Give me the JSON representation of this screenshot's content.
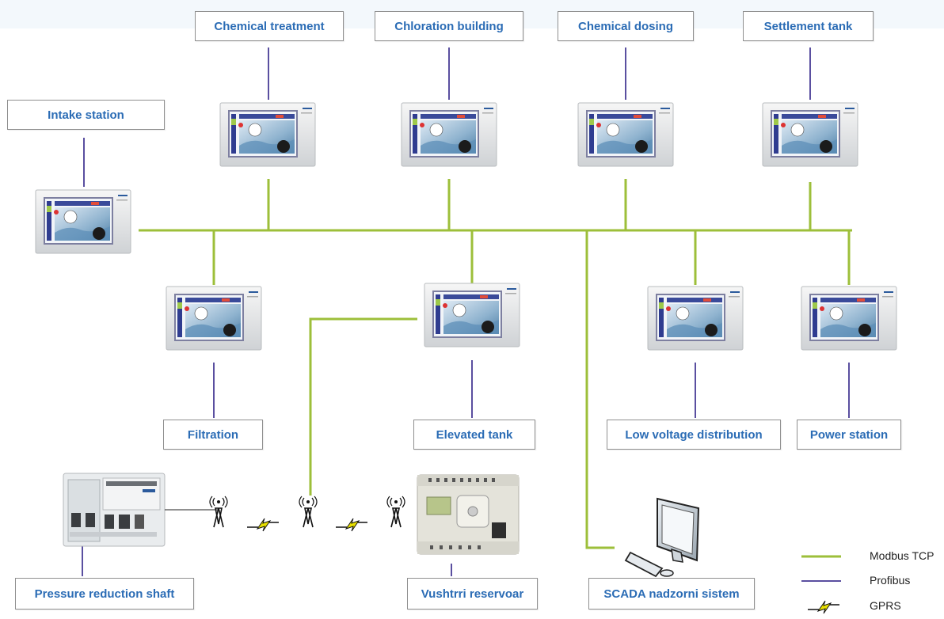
{
  "labels": {
    "chemical_treatment": "Chemical treatment",
    "chloration_building": "Chloration building",
    "chemical_dosing": "Chemical dosing",
    "settlement_tank": "Settlement tank",
    "intake_station": "Intake station",
    "filtration": "Filtration",
    "elevated_tank": "Elevated tank",
    "low_voltage_distribution": "Low voltage distribution",
    "power_station": "Power station",
    "pressure_reduction_shaft": "Pressure reduction shaft",
    "vushtrri_reservoar": "Vushtrri reservoar",
    "scada_nadzorni_sistem": "SCADA nadzorni sistem"
  },
  "legend": {
    "modbus": "Modbus TCP",
    "profibus": "Profibus",
    "gprs": "GPRS"
  },
  "colors": {
    "modbus": "#9dbf3a",
    "profibus": "#5a4fa0",
    "label_text": "#2b6cb5",
    "gprs_bolt": "#e8e000"
  },
  "devices": {
    "hmi_panel": "hmi-touch-panel",
    "plc": "plc-controller",
    "relay": "easy-control-relay",
    "antenna": "antenna-icon",
    "computer": "computer-icon"
  }
}
